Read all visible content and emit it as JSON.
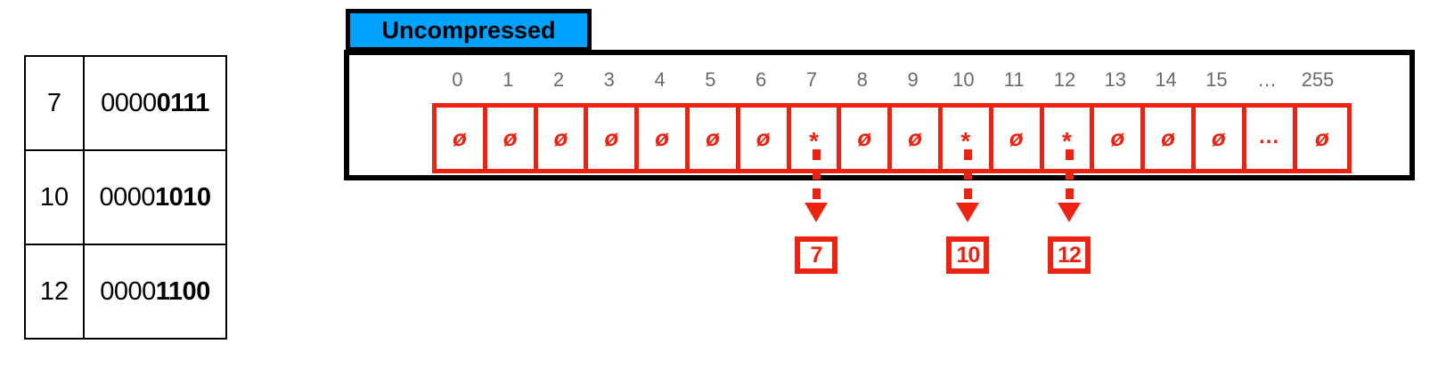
{
  "lookup_table": {
    "rows": [
      {
        "decimal": "7",
        "binary_high": "0000",
        "binary_low": "0111"
      },
      {
        "decimal": "10",
        "binary_high": "0000",
        "binary_low": "1010"
      },
      {
        "decimal": "12",
        "binary_high": "0000",
        "binary_low": "1100"
      }
    ]
  },
  "bitmap": {
    "badge": {
      "label": "Uncompressed",
      "fill_color": "#00A2FF",
      "border_color": "#000000"
    },
    "accent_color": "#EE2211",
    "index_color": "#6a6a6a",
    "index_labels": [
      "0",
      "1",
      "2",
      "3",
      "4",
      "5",
      "6",
      "7",
      "8",
      "9",
      "10",
      "11",
      "12",
      "13",
      "14",
      "15",
      "…",
      "255"
    ],
    "cells": [
      {
        "index": "0",
        "glyph": "ø",
        "kind": "empty"
      },
      {
        "index": "1",
        "glyph": "ø",
        "kind": "empty"
      },
      {
        "index": "2",
        "glyph": "ø",
        "kind": "empty"
      },
      {
        "index": "3",
        "glyph": "ø",
        "kind": "empty"
      },
      {
        "index": "4",
        "glyph": "ø",
        "kind": "empty"
      },
      {
        "index": "5",
        "glyph": "ø",
        "kind": "empty"
      },
      {
        "index": "6",
        "glyph": "ø",
        "kind": "empty"
      },
      {
        "index": "7",
        "glyph": "*",
        "kind": "set"
      },
      {
        "index": "8",
        "glyph": "ø",
        "kind": "empty"
      },
      {
        "index": "9",
        "glyph": "ø",
        "kind": "empty"
      },
      {
        "index": "10",
        "glyph": "*",
        "kind": "set"
      },
      {
        "index": "11",
        "glyph": "ø",
        "kind": "empty"
      },
      {
        "index": "12",
        "glyph": "*",
        "kind": "set"
      },
      {
        "index": "13",
        "glyph": "ø",
        "kind": "empty"
      },
      {
        "index": "14",
        "glyph": "ø",
        "kind": "empty"
      },
      {
        "index": "15",
        "glyph": "ø",
        "kind": "empty"
      },
      {
        "index": "…",
        "glyph": "…",
        "kind": "ellipsis"
      },
      {
        "index": "255",
        "glyph": "ø",
        "kind": "empty"
      }
    ],
    "pointers": [
      {
        "cell_index": "7",
        "label": "7"
      },
      {
        "cell_index": "10",
        "label": "10"
      },
      {
        "cell_index": "12",
        "label": "12"
      }
    ]
  }
}
